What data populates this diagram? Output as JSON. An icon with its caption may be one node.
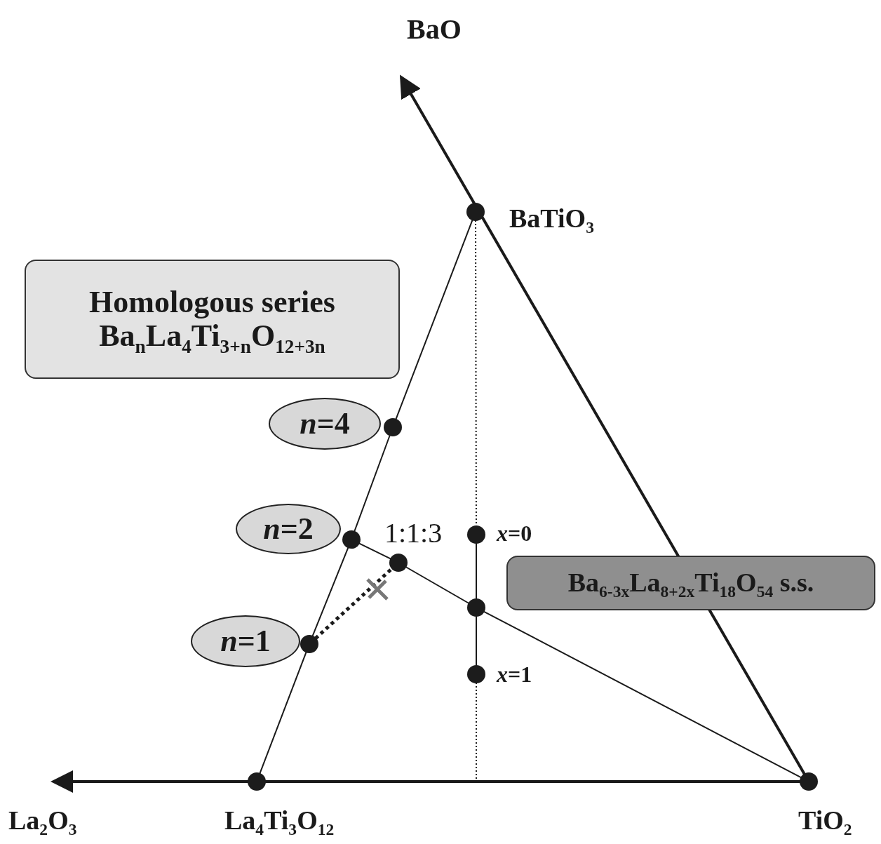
{
  "diagram": {
    "nodes": [
      {
        "text": [],
        "shape": "circle",
        "beside": [
          "BaTiO$_{3}$"
        ]
      },
      {
        "text": [
          "Homologous series",
          "Ba$_{n}$La$_{4}$Ti$_{3+n}$O$_{12+3n}$"
        ]
      },
      {
        "text": [
          "*n*=4"
        ]
      },
      {
        "text": [],
        "shape": "circle"
      },
      {
        "text": [
          "*n*=2"
        ]
      },
      {
        "text": [],
        "shape": "circle"
      },
      {
        "text": [],
        "shape": "circle",
        "beside": [
          "1:1:3"
        ]
      },
      {
        "text": [],
        "shape": "circle",
        "beside": [
          "*x*=0"
        ]
      },
      {
        "text": [
          "Ba$_{6-3x}$La$_{8+2x}$Ti$_{18}$O$_{54}$ s.s."
        ]
      },
      {
        "text": [],
        "shape": "circle"
      },
      {
        "text": [
          "*n*=1"
        ]
      },
      {
        "text": [],
        "shape": "circle"
      },
      {
        "text": [],
        "shape": "circle",
        "beside": [
          "*x*=1"
        ]
      },
      {
        "text": [],
        "shape": "circle",
        "beside": [
          "La$_{4}$Ti$_{3}$O$_{12}$"
        ]
      },
      {
        "text": [],
        "shape": "circle",
        "beside": [
          "TiO$_{2}$"
        ]
      }
    ],
    "edges": [
      {
        "from": 13,
        "to": 11,
        "arrow": "none"
      },
      {
        "from": 11,
        "to": 5,
        "arrow": "none"
      },
      {
        "from": 5,
        "to": 3,
        "arrow": "none"
      },
      {
        "from": 3,
        "to": 0,
        "arrow": "none"
      },
      {
        "from": 5,
        "to": 6,
        "arrow": "none"
      },
      {
        "from": 6,
        "to": 9,
        "arrow": "none"
      },
      {
        "from": 9,
        "to": 14,
        "arrow": "none"
      },
      {
        "from": 7,
        "to": 9,
        "arrow": "none"
      },
      {
        "from": 9,
        "to": 12,
        "arrow": "none"
      },
      {
        "from": 0,
        "to": 7,
        "arrow": "none",
        "style": "dashed"
      },
      {
        "from": 12,
        "to": null,
        "arrow": "none",
        "style": "dashed"
      },
      {
        "from": 11,
        "to": 6,
        "arrow": "none",
        "style": "dashed"
      }
    ],
    "labels": [
      "BaO",
      "La$_{2}$O$_{3}$"
    ]
  }
}
